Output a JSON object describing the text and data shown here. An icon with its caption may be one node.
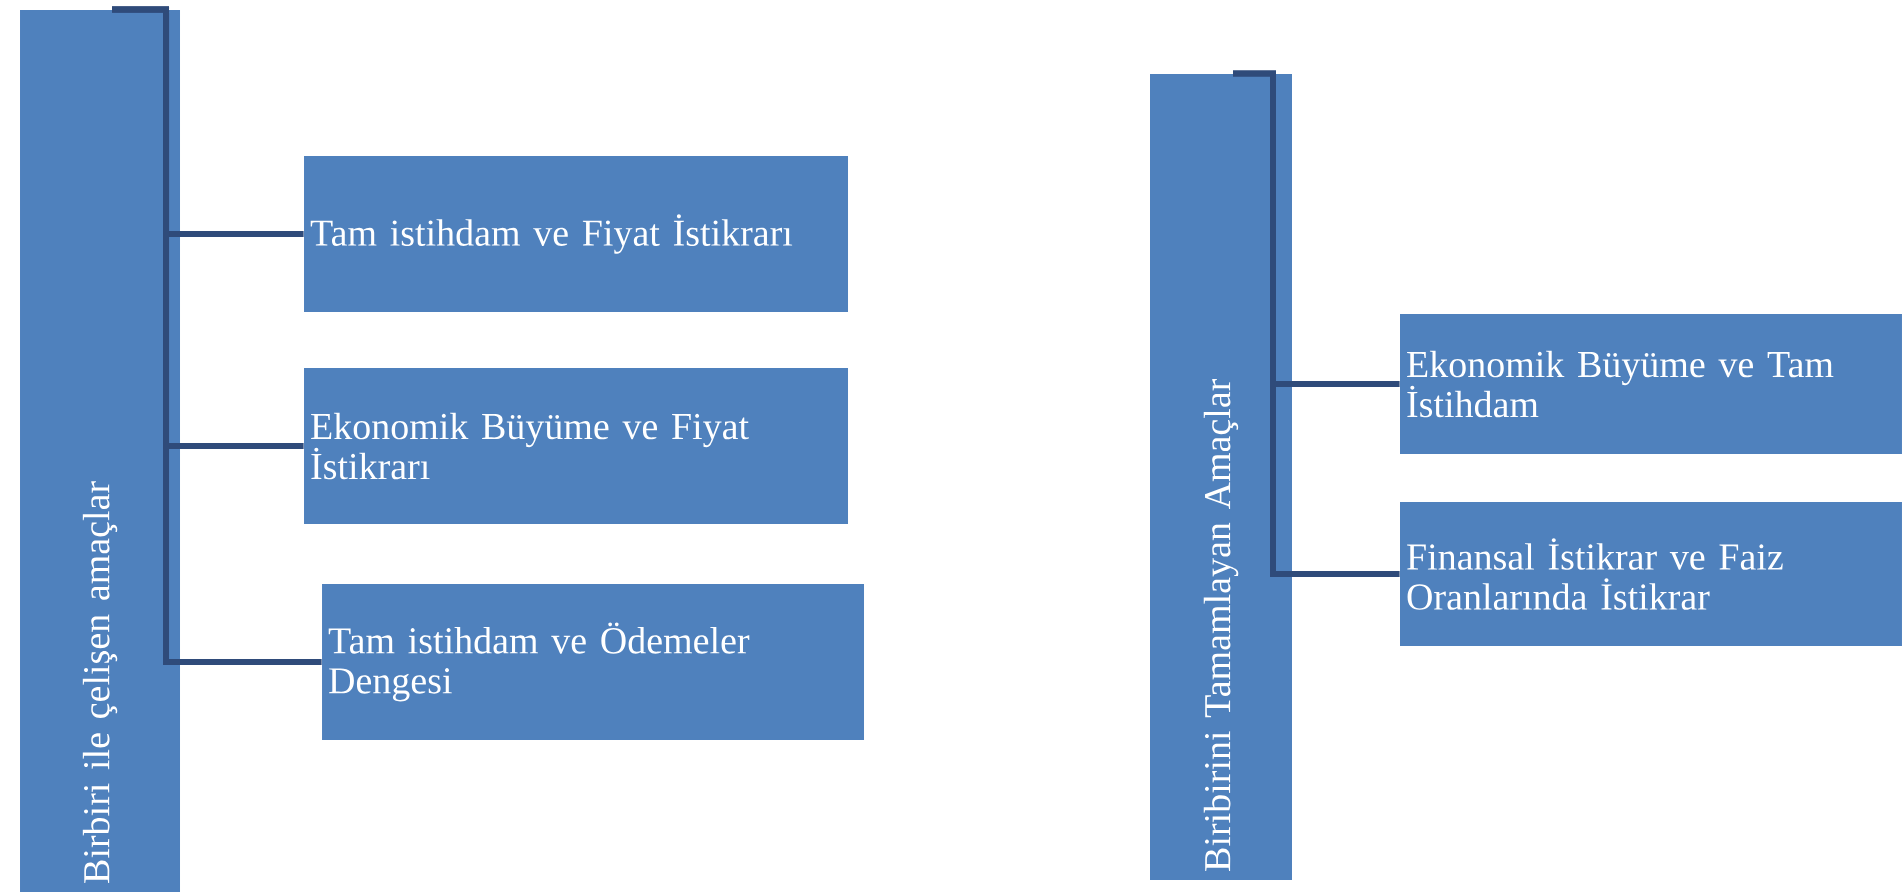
{
  "diagram": {
    "nodes": [
      {
        "text": [
          "Birbiri ile çelişen amaçlar"
        ]
      },
      {
        "text": [
          "Tam istihdam ve Fiyat İstikrarı"
        ]
      },
      {
        "text": [
          "Ekonomik Büyüme ve Fiyat İstikrarı"
        ]
      },
      {
        "text": [
          "Tam istihdam ve Ödemeler Dengesi"
        ]
      },
      {
        "text": [
          "Biribirini Tamamlayan Amaçlar"
        ]
      },
      {
        "text": [
          "Ekonomik Büyüme ve Tam İstihdam"
        ]
      },
      {
        "text": [
          "Finansal İstikrar ve Faiz Oranlarında İstikrar"
        ]
      }
    ],
    "edges": [
      {
        "from": 0,
        "to": 1,
        "arrow": "none"
      },
      {
        "from": 0,
        "to": 2,
        "arrow": "none"
      },
      {
        "from": 0,
        "to": 3,
        "arrow": "none"
      },
      {
        "from": 4,
        "to": 5,
        "arrow": "none"
      },
      {
        "from": 4,
        "to": 6,
        "arrow": "none"
      }
    ]
  }
}
